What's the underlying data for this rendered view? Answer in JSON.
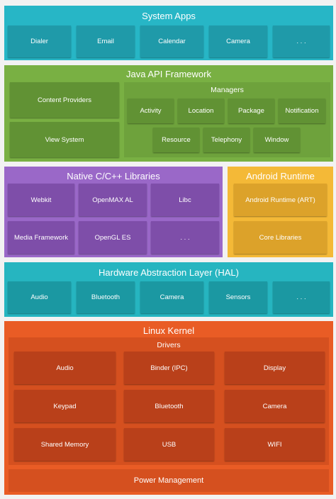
{
  "colors": {
    "system_apps": "#27b6c6",
    "system_apps_box": "#1f9aa9",
    "java_api": "#79b043",
    "java_api_box": "#619234",
    "native_libs": "#9a68c8",
    "native_libs_box": "#7e4ea9",
    "android_runtime": "#f4b937",
    "android_runtime_box": "#dca22a",
    "hal": "#26b5c0",
    "hal_box": "#1b98a2",
    "linux_kernel": "#e95c25",
    "linux_kernel_box": "#b9401a",
    "drivers_panel": "#d5501f"
  },
  "system_apps": {
    "title": "System Apps",
    "items": [
      "Dialer",
      "Email",
      "Calendar",
      "Camera",
      ". . ."
    ]
  },
  "java_api": {
    "title": "Java API Framework",
    "left_items": [
      "Content Providers",
      "View System"
    ],
    "managers": {
      "title": "Managers",
      "row1": [
        "Activity",
        "Location",
        "Package",
        "Notification"
      ],
      "row2": [
        "Resource",
        "Telephony",
        "Window"
      ]
    }
  },
  "native_libs": {
    "title": "Native C/C++ Libraries",
    "items": [
      "Webkit",
      "OpenMAX AL",
      "Libc",
      "Media Framework",
      "OpenGL ES",
      ". . ."
    ]
  },
  "android_runtime": {
    "title": "Android Runtime",
    "items": [
      "Android Runtime (ART)",
      "Core Libraries"
    ]
  },
  "hal": {
    "title": "Hardware Abstraction Layer (HAL)",
    "items": [
      "Audio",
      "Bluetooth",
      "Camera",
      "Sensors",
      ". . ."
    ]
  },
  "linux_kernel": {
    "title": "Linux Kernel",
    "drivers": {
      "title": "Drivers",
      "items": [
        "Audio",
        "Binder (IPC)",
        "Display",
        "Keypad",
        "Bluetooth",
        "Camera",
        "Shared Memory",
        "USB",
        "WIFI"
      ]
    },
    "power_management": "Power Management"
  }
}
